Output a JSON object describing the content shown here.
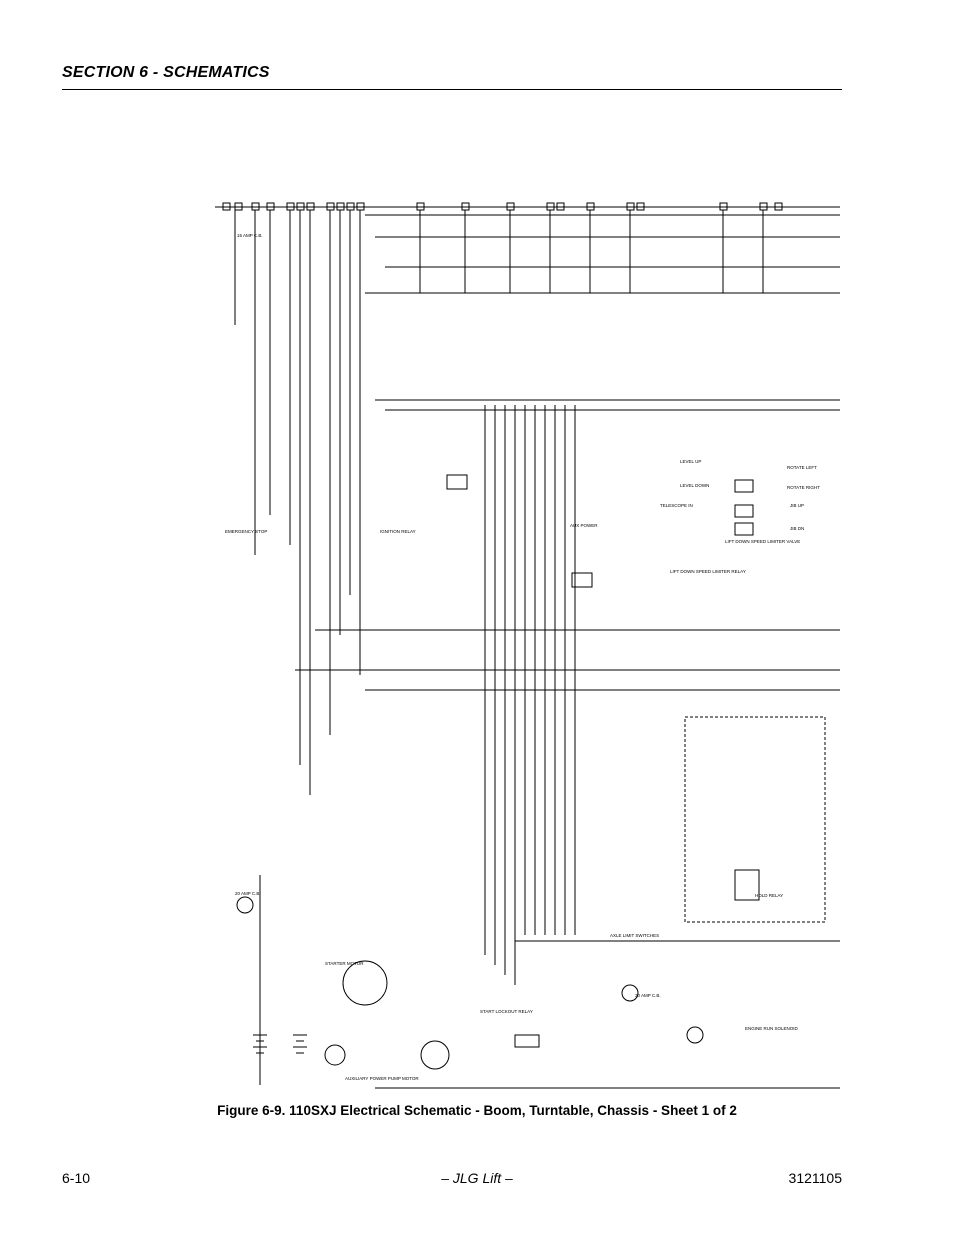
{
  "header": {
    "section_title": "SECTION 6 - SCHEMATICS"
  },
  "figure": {
    "caption": "Figure 6-9.  110SXJ Electrical Schematic - Boom, Turntable, Chassis - Sheet 1 of 2",
    "labels": {
      "emergency_stop": "EMERGENCY STOP",
      "ignition_relay": "IGNITION RELAY",
      "aux_power": "AUX POWER",
      "level_up": "LEVEL UP",
      "level_down": "LEVEL DOWN",
      "telescope_in": "TELESCOPE IN",
      "rotate_left": "ROTATE LEFT",
      "rotate_right": "ROTATE RIGHT",
      "jib_up": "JIB UP",
      "jib_dn": "JIB DN",
      "lift_down_speed_limiter_valve": "LIFT DOWN SPEED LIMITER VALVE",
      "lift_down_speed_limiter_relay": "LIFT DOWN SPEED LIMITER RELAY",
      "starter_motor": "STARTER MOTOR",
      "start_lockout_relay": "START LOCKOUT RELAY",
      "auxiliary_power_pump_motor": "AUXILIARY POWER PUMP MOTOR",
      "engine_run_solenoid": "ENGINE RUN SOLENOID",
      "axle_limit_switches": "AXLE LIMIT SWITCHES",
      "hold_relay": "HOLD RELAY",
      "fuse_20_amp": "20 AMP C.B.",
      "fuse_15_amp": "15 AMP C.B.",
      "fuse_30_amp": "30 AMP C.B."
    }
  },
  "footer": {
    "page_number": "6-10",
    "publisher": "– JLG Lift –",
    "doc_number": "3121105"
  }
}
